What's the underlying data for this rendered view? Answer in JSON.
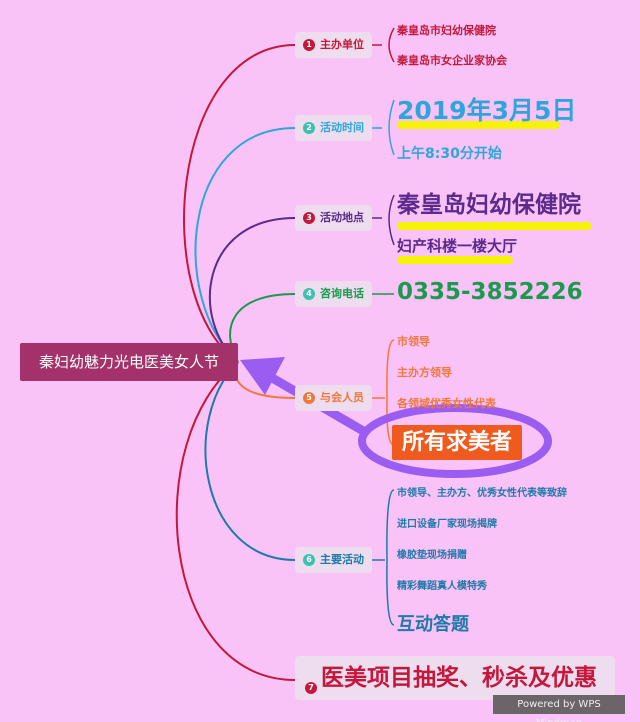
{
  "center": {
    "label": "秦妇幼魅力光电医美女人节"
  },
  "branches": [
    {
      "num": "1",
      "label": "主办单位",
      "color": "#c3183c",
      "items": [
        "秦皇岛市妇幼保健院",
        "秦皇岛市女企业家协会"
      ]
    },
    {
      "num": "2",
      "label": "活动时间",
      "color": "#2fa6d9",
      "items": [
        "2019年3月5日",
        "上午8:30分开始"
      ]
    },
    {
      "num": "3",
      "label": "活动地点",
      "color": "#5b2a8c",
      "items": [
        "秦皇岛妇幼保健院",
        "妇产科楼一楼大厅"
      ]
    },
    {
      "num": "4",
      "label": "咨询电话",
      "color": "#1a9a4c",
      "items": [
        "0335-3852226"
      ]
    },
    {
      "num": "5",
      "label": "与会人员",
      "color": "#f0783e",
      "items": [
        "市领导",
        "主办方领导",
        "各领域优秀女性代表"
      ]
    },
    {
      "num": "6",
      "label": "主要活动",
      "color": "#1f79aa",
      "items": [
        "市领导、主办方、优秀女性代表等致辞",
        "进口设备厂家现场揭牌",
        "橡胶垫现场捐赠",
        "精彩舞蹈真人模特秀",
        "互动答题"
      ]
    },
    {
      "num": "7",
      "label": "医美项目抽奖、秒杀及优惠",
      "color": "#c3183c",
      "items": []
    }
  ],
  "callout": {
    "label": "所有求美者",
    "box_color": "#ef5a1e",
    "ring_color": "#9b5cf2"
  },
  "watermark": "Powered by WPS Mindmap"
}
